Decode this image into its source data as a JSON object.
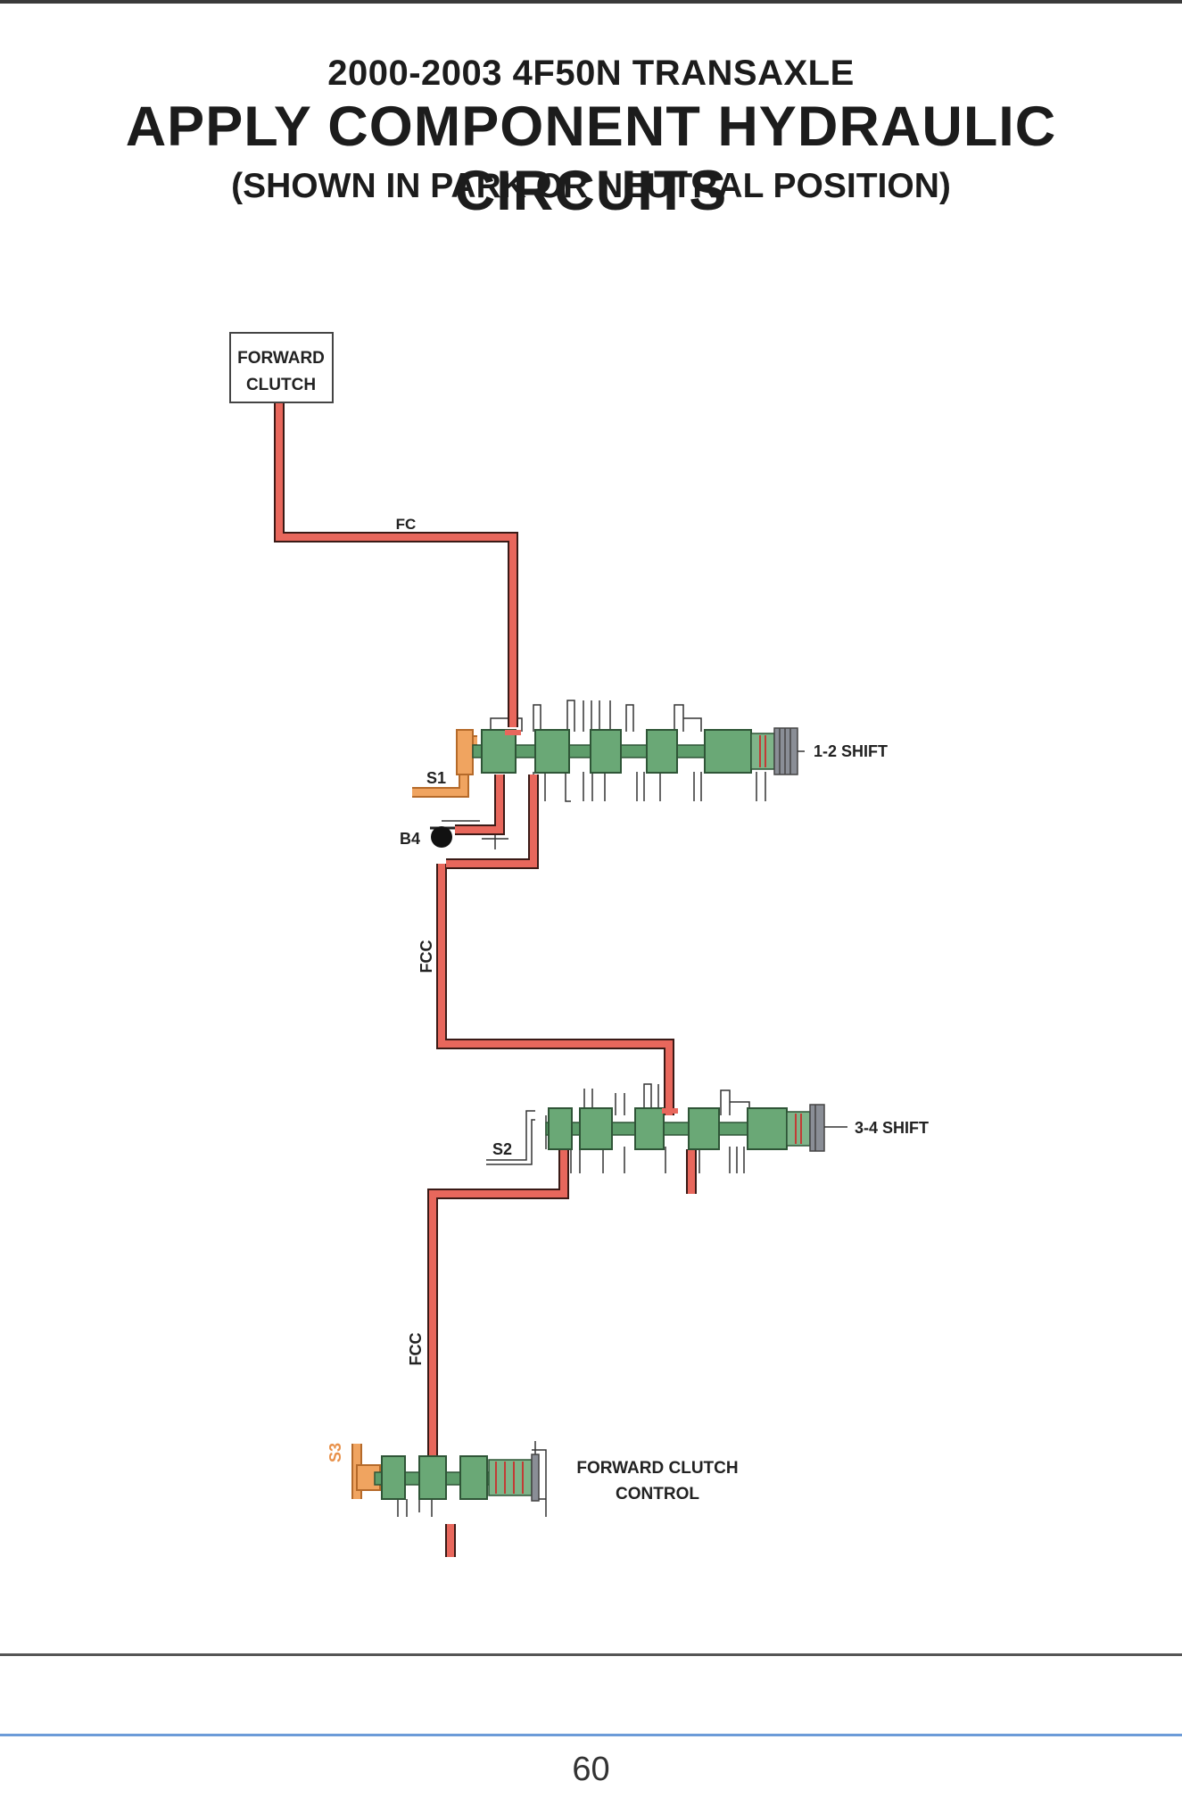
{
  "header": {
    "subtitle": "2000-2003 4F50N TRANSAXLE",
    "title": "APPLY COMPONENT HYDRAULIC CIRCUITS",
    "note": "(SHOWN IN PARK OR NEUTRAL POSITION)"
  },
  "diagram": {
    "forward_clutch_box": [
      "FORWARD",
      "CLUTCH"
    ],
    "line_labels": {
      "fc": "FC",
      "fcc_upper": "FCC",
      "fcc_lower": "FCC"
    },
    "component_labels": {
      "s1": "S1",
      "b4": "B4",
      "s2": "S2",
      "s3": "S3"
    },
    "valves": {
      "shift_12": "1-2 SHIFT",
      "shift_34": "3-4 SHIFT",
      "fcc_line1": "FORWARD CLUTCH",
      "fcc_line2": "CONTROL"
    },
    "colors": {
      "fluid_line": "#e8675c",
      "valve_green": "#6aa876",
      "solenoid_orange": "#f0a460",
      "spring_gray": "#8a8e96"
    }
  },
  "footer": {
    "page_number": "60"
  }
}
